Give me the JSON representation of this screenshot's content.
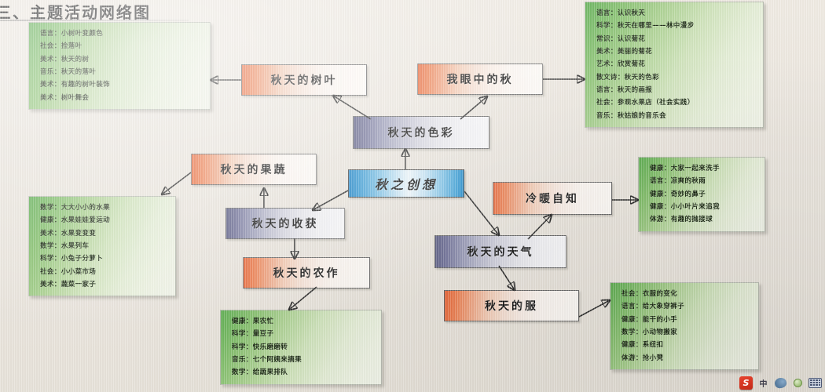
{
  "page": {
    "title": "三、主题活动网络图"
  },
  "center_node": {
    "label": "秋之创想",
    "color": "#1f86c9"
  },
  "nodes": [
    {
      "id": "leaves",
      "label": "秋天的树叶",
      "color": "#e8673a"
    },
    {
      "id": "myautumn",
      "label": "我眼中的秋",
      "color": "#e8673a"
    },
    {
      "id": "colors",
      "label": "秋天的色彩",
      "color": "#5b5d82"
    },
    {
      "id": "fruit",
      "label": "秋天的果蔬",
      "color": "#e8673a"
    },
    {
      "id": "harvest",
      "label": "秋天的收获",
      "color": "#5b5d82"
    },
    {
      "id": "farming",
      "label": "秋天的农作",
      "color": "#e8673a"
    },
    {
      "id": "warmcold",
      "label": "冷暖自知",
      "color": "#e8673a"
    },
    {
      "id": "weather",
      "label": "秋天的天气",
      "color": "#5b5d82"
    },
    {
      "id": "clothes",
      "label": "秋天的服",
      "color": "#e8673a"
    }
  ],
  "listboxes": [
    {
      "id": "leaves-list",
      "rows": [
        "语言：小树叶变颜色",
        "社会：捡落叶",
        "美术：秋天的树",
        "音乐：秋天的落叶",
        "美术：有趣的树叶装饰",
        "美术：树叶舞会"
      ]
    },
    {
      "id": "myautumn-list",
      "rows": [
        "语言：认识秋天",
        "科学：秋天在哪里——林中漫步",
        "常识：认识菊花",
        "美术：美丽的菊花",
        "艺术：欣赏菊花",
        "散文诗：秋天的色彩",
        "语言：秋天的画报",
        "社会：参观水果店（社会实践）",
        "音乐：秋姑娘的音乐会"
      ]
    },
    {
      "id": "fruit-list",
      "rows": [
        "数学：大大小小的水果",
        "健康：水果娃娃爱运动",
        "美术：水果变变变",
        "数学：水果列车",
        "科学：小兔子分萝卜",
        "社会：小小菜市场",
        "美术：蔬菜一家子"
      ]
    },
    {
      "id": "farming-list",
      "rows": [
        "健康：果农忙",
        "科学：量豆子",
        "科学：快乐磨磨转",
        "音乐：七个阿姨来摘果",
        "数学：给蔬果排队"
      ]
    },
    {
      "id": "warmcold-list",
      "rows": [
        "健康：大家一起来洗手",
        "语言：凉爽的秋雨",
        "健康：奇妙的鼻子",
        "健康：小小叶片来追我",
        "体游：有趣的抛接球"
      ]
    },
    {
      "id": "clothes-list",
      "rows": [
        "社会：衣服的变化",
        "语言：给大象穿裤子",
        "健康：能干的小手",
        "数学：小动物搬家",
        "健康：系纽扣",
        "体游：抢小凳"
      ]
    }
  ],
  "watermark": {
    "logo": "S",
    "lang": "中"
  }
}
